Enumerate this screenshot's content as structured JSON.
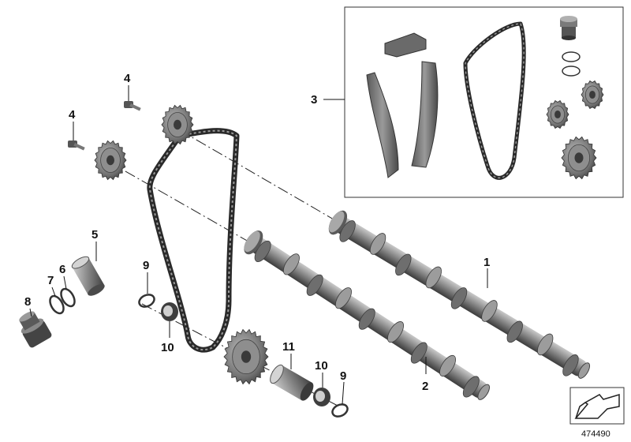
{
  "callouts": [
    {
      "id": "1",
      "label": "1"
    },
    {
      "id": "2",
      "label": "2"
    },
    {
      "id": "3",
      "label": "3"
    },
    {
      "id": "4a",
      "label": "4"
    },
    {
      "id": "4b",
      "label": "4"
    },
    {
      "id": "5",
      "label": "5"
    },
    {
      "id": "6",
      "label": "6"
    },
    {
      "id": "7",
      "label": "7"
    },
    {
      "id": "8",
      "label": "8"
    },
    {
      "id": "9a",
      "label": "9"
    },
    {
      "id": "9b",
      "label": "9"
    },
    {
      "id": "10a",
      "label": "10"
    },
    {
      "id": "10b",
      "label": "10"
    },
    {
      "id": "11",
      "label": "11"
    }
  ],
  "diagram_number": "474490",
  "colors": {
    "line": "#111111",
    "part_dark": "#4a4a4a",
    "part_mid": "#7d7d7d",
    "part_light": "#b8b8b8",
    "background": "#ffffff"
  },
  "icons": [
    "sprocket-icon",
    "camshaft-icon",
    "timing-chain-icon",
    "chain-guide-icon",
    "bolt-icon",
    "seal-ring-icon",
    "sleeve-icon",
    "plug-icon",
    "arrow-logo-icon"
  ]
}
